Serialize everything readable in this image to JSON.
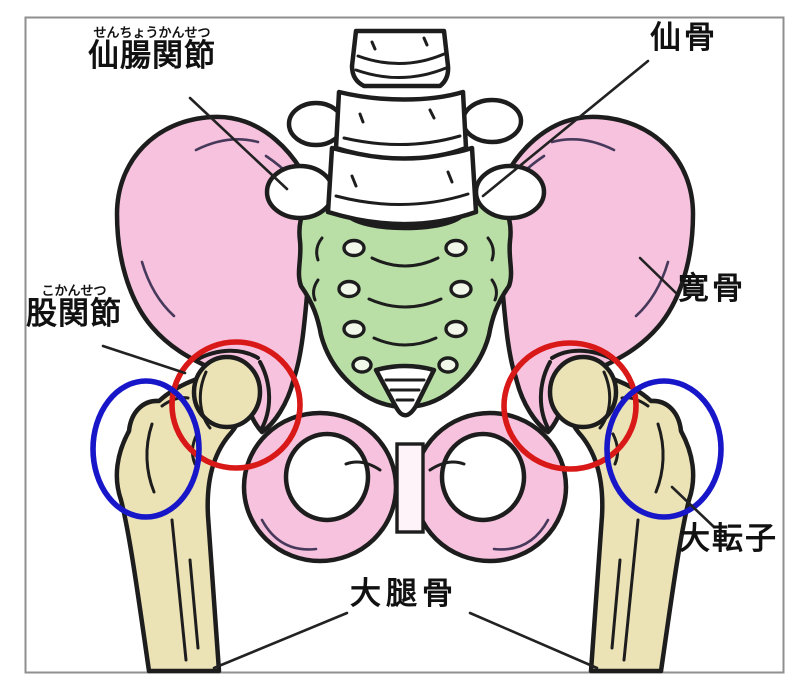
{
  "labels": {
    "sacroiliac_joint": {
      "ruby": "せんちょうかんせつ",
      "text": "仙腸関節"
    },
    "sacrum": {
      "text": "仙骨"
    },
    "hip_bone": {
      "text": "寛骨"
    },
    "hip_joint": {
      "ruby": "こかんせつ",
      "text": "股関節"
    },
    "greater_trochanter": {
      "text": "大転子"
    },
    "femur": {
      "text": "大腿骨"
    }
  },
  "annotations": {
    "red_circles": {
      "marks": "股関節 (hip joints)",
      "count": 2
    },
    "blue_circles": {
      "marks": "大転子 (greater trochanters)",
      "count": 2
    }
  },
  "colors": {
    "hip_bone_fill": "#f6c2dd",
    "sacrum_fill": "#b9dfa6",
    "sacrum_plate_fill": "#cdeabc",
    "femur_fill": "#ebe2b5",
    "vertebra_fill": "#ffffff",
    "outline": "#1d1d1d",
    "detail_line": "#47395b",
    "hip_joint_circle": "#d91818",
    "trochanter_circle": "#1717c9",
    "frame_border": "#8f8f8f",
    "background": "#ffffff",
    "label_text": "#111111"
  }
}
